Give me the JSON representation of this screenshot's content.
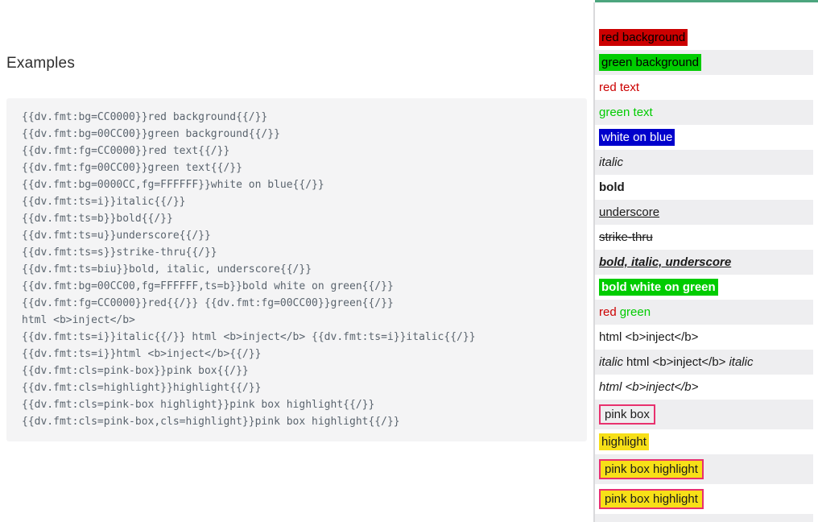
{
  "page": {
    "heading": "Examples"
  },
  "code_block": {
    "lines": [
      "{{dv.fmt:bg=CC0000}}red background{{/}}",
      "{{dv.fmt:bg=00CC00}}green background{{/}}",
      "{{dv.fmt:fg=CC0000}}red text{{/}}",
      "{{dv.fmt:fg=00CC00}}green text{{/}}",
      "{{dv.fmt:bg=0000CC,fg=FFFFFF}}white on blue{{/}}",
      "{{dv.fmt:ts=i}}italic{{/}}",
      "{{dv.fmt:ts=b}}bold{{/}}",
      "{{dv.fmt:ts=u}}underscore{{/}}",
      "{{dv.fmt:ts=s}}strike-thru{{/}}",
      "{{dv.fmt:ts=biu}}bold, italic, underscore{{/}}",
      "{{dv.fmt:bg=00CC00,fg=FFFFFF,ts=b}}bold white on green{{/}}",
      "{{dv.fmt:fg=CC0000}}red{{/}} {{dv.fmt:fg=00CC00}}green{{/}}",
      "html <b>inject</b>",
      "{{dv.fmt:ts=i}}italic{{/}} html <b>inject</b> {{dv.fmt:ts=i}}italic{{/}}",
      "{{dv.fmt:ts=i}}html <b>inject</b>{{/}}",
      "{{dv.fmt:cls=pink-box}}pink box{{/}}",
      "{{dv.fmt:cls=highlight}}highlight{{/}}",
      "{{dv.fmt:cls=pink-box highlight}}pink box highlight{{/}}",
      "{{dv.fmt:cls=pink-box,cls=highlight}}pink box highlight{{/}}"
    ]
  },
  "output_panel": {
    "rows": [
      {
        "text": "red background",
        "format": "red background chip, black text"
      },
      {
        "text": "green background",
        "format": "green background chip, black text"
      },
      {
        "text": "red text",
        "format": "red foreground text"
      },
      {
        "text": "green text",
        "format": "green foreground text"
      },
      {
        "text": "white on blue",
        "format": "white text on blue background"
      },
      {
        "text": "italic",
        "format": "italic"
      },
      {
        "text": "bold",
        "format": "bold"
      },
      {
        "text": "underscore",
        "format": "underline"
      },
      {
        "text": "strike-thru",
        "format": "strikethrough"
      },
      {
        "text": "bold, italic, underscore",
        "format": "bold italic underline"
      },
      {
        "text": "bold white on green",
        "format": "bold white text on green background"
      },
      {
        "segments": [
          {
            "text": "red",
            "format": "red foreground text"
          },
          {
            "text": "green",
            "format": "green foreground text"
          }
        ]
      },
      {
        "text": "html <b>inject</b>",
        "format": "plain escaped html"
      },
      {
        "segments": [
          {
            "text": "italic",
            "format": "italic"
          },
          {
            "text": "html <b>inject</b>",
            "format": "plain escaped html"
          },
          {
            "text": "italic",
            "format": "italic"
          }
        ]
      },
      {
        "text": "html <b>inject</b>",
        "format": "italic escaped html"
      },
      {
        "text": "pink box",
        "format": "pink border box"
      },
      {
        "text": "highlight",
        "format": "yellow highlight"
      },
      {
        "text": "pink box highlight",
        "format": "pink border box + yellow highlight"
      },
      {
        "text": "pink box highlight",
        "format": "pink border box + yellow highlight"
      }
    ]
  },
  "colors": {
    "red": "#CC0000",
    "green": "#00CC00",
    "blue": "#0000CC",
    "white_text": "#FFFFFF",
    "highlight_yellow": "#F7E017",
    "pink_border": "#E8316E",
    "top_bar_green": "#4CA57E",
    "row_alt_gray": "#EEEEF0",
    "code_block_bg": "#F4F4F5",
    "code_text": "#5A646E"
  }
}
